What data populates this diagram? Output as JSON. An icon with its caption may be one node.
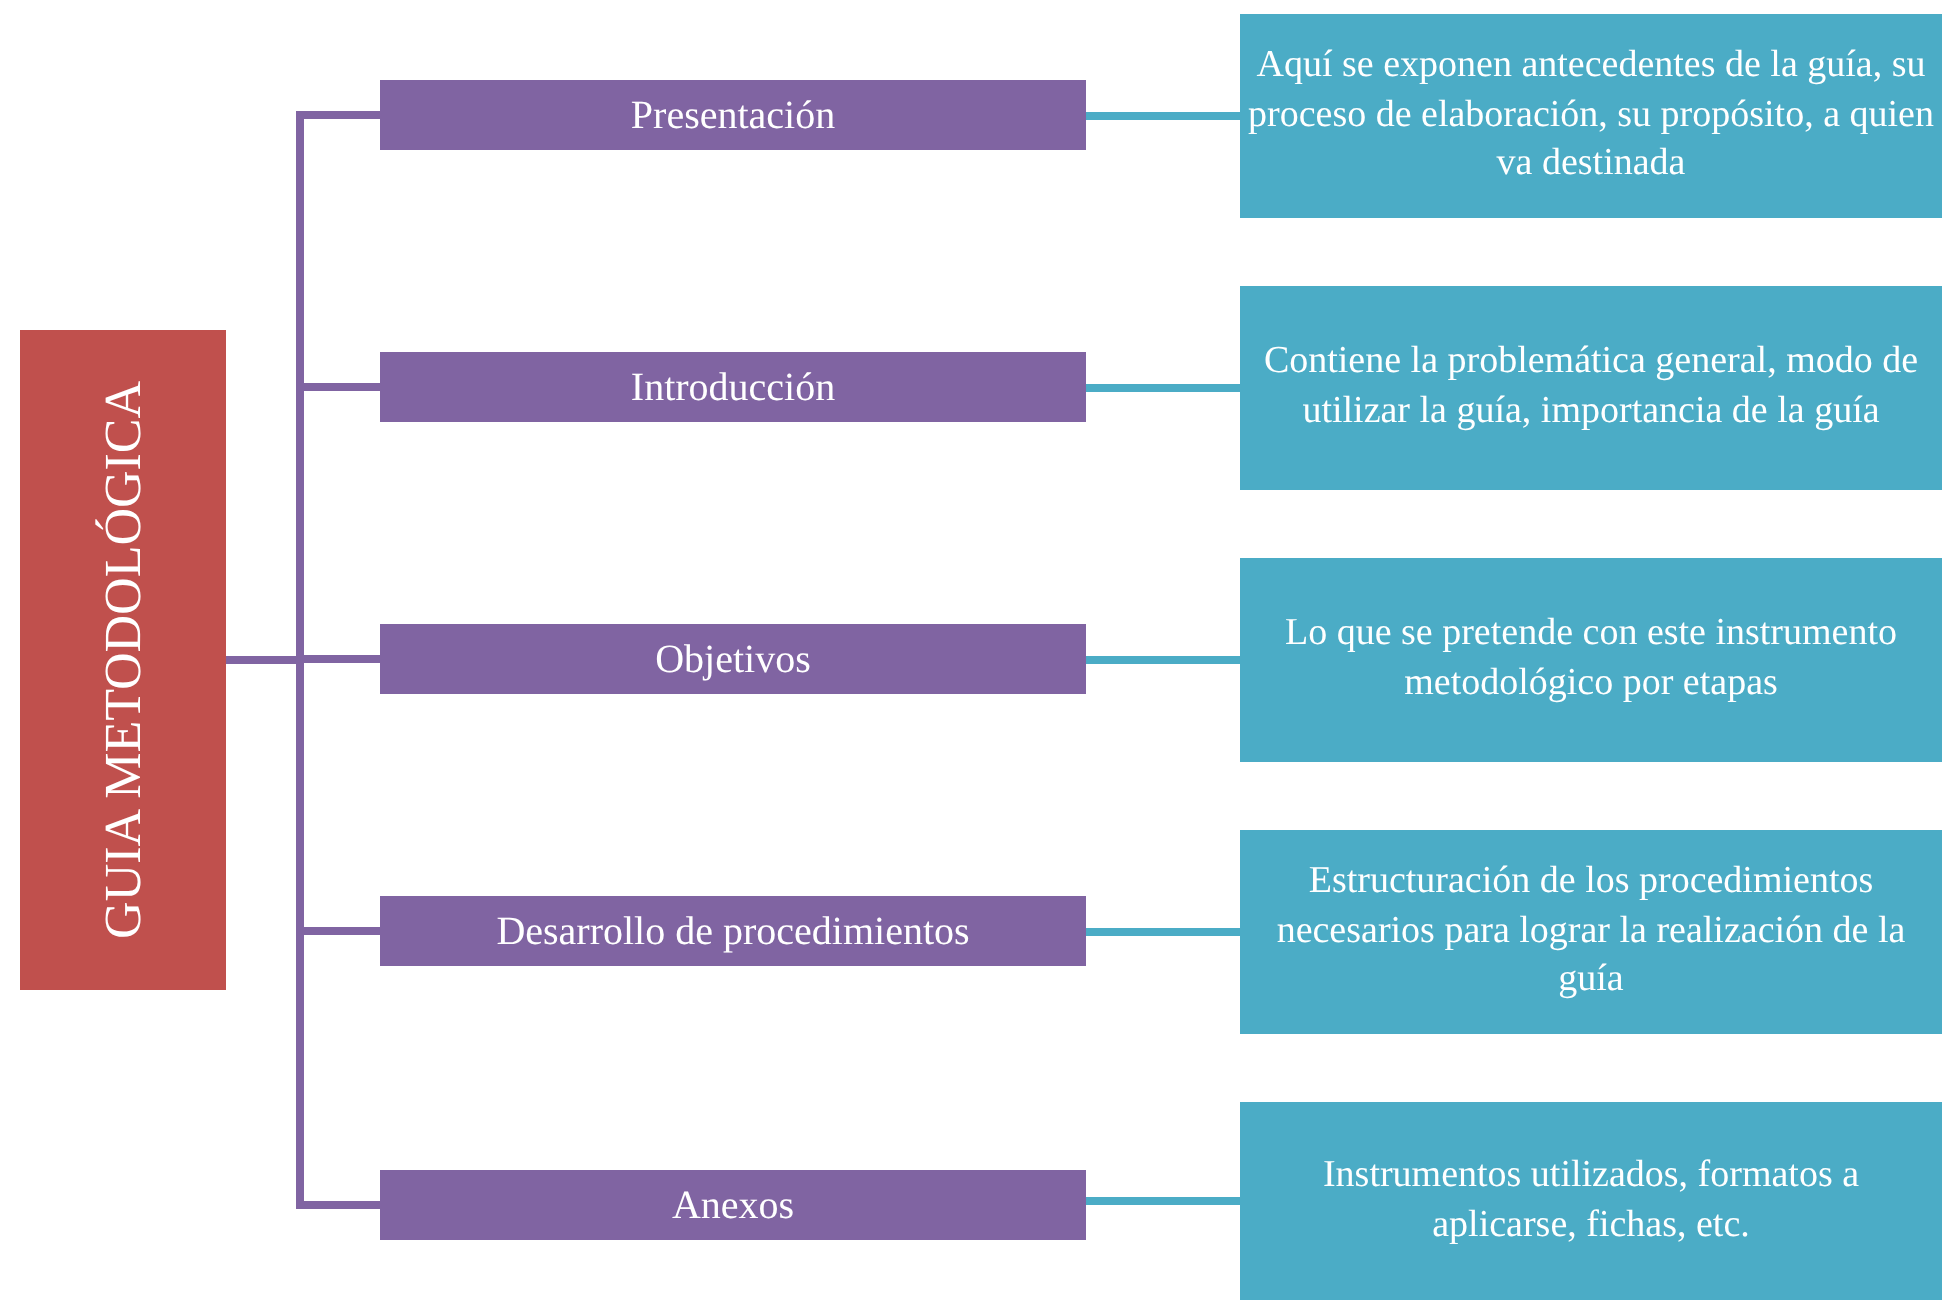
{
  "diagram": {
    "nodes": [
      {
        "text": [
          "GUIA METODOLÓGICA"
        ]
      },
      {
        "text": [
          "Presentación"
        ]
      },
      {
        "text": [
          "Introducción"
        ]
      },
      {
        "text": [
          "Objetivos"
        ]
      },
      {
        "text": [
          "Desarrollo de procedimientos"
        ]
      },
      {
        "text": [
          "Anexos"
        ]
      },
      {
        "text": [
          "Aquí se exponen antecedentes de la guía, su proceso de elaboración, su propósito, a quien va destinada"
        ]
      },
      {
        "text": [
          "Contiene la problemática general, modo de utilizar la guía, importancia de la guía"
        ]
      },
      {
        "text": [
          "Lo que se pretende con este instrumento metodológico por etapas"
        ]
      },
      {
        "text": [
          "Estructuración de los procedimientos necesarios para lograr la realización de la guía"
        ]
      },
      {
        "text": [
          "Instrumentos utilizados, formatos a aplicarse, fichas, etc."
        ]
      }
    ],
    "edges": [
      {
        "from": 0,
        "to": 1,
        "arrow": "none"
      },
      {
        "from": 0,
        "to": 2,
        "arrow": "none"
      },
      {
        "from": 0,
        "to": 3,
        "arrow": "none"
      },
      {
        "from": 0,
        "to": 4,
        "arrow": "none"
      },
      {
        "from": 0,
        "to": 5,
        "arrow": "none"
      },
      {
        "from": 1,
        "to": 6,
        "arrow": "none",
        "color": "#4bacc6"
      },
      {
        "from": 2,
        "to": 7,
        "arrow": "none",
        "color": "#4bacc6"
      },
      {
        "from": 3,
        "to": 8,
        "arrow": "none",
        "color": "#4bacc6"
      },
      {
        "from": 4,
        "to": 9,
        "arrow": "none",
        "color": "#4bacc6"
      },
      {
        "from": 5,
        "to": 10,
        "arrow": "none",
        "color": "#4bacc6"
      }
    ]
  }
}
